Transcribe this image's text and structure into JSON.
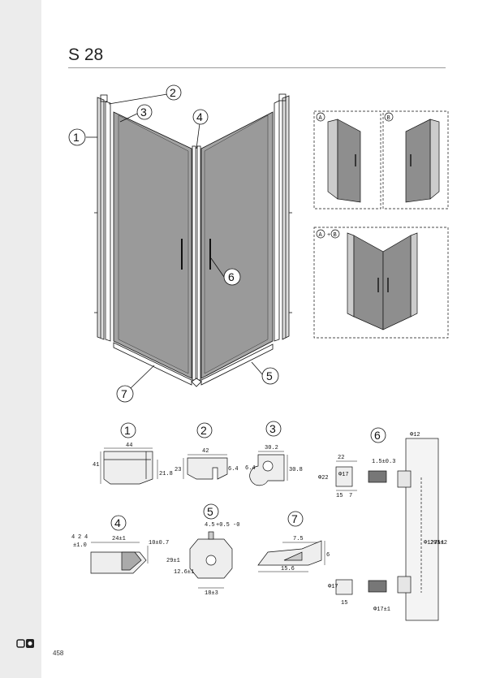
{
  "header": {
    "title": "S 28"
  },
  "footer": {
    "page_number": "458"
  },
  "callouts": [
    "1",
    "2",
    "3",
    "4",
    "5",
    "6",
    "7"
  ],
  "views": {
    "a": "A",
    "b": "B",
    "ab": "A+B"
  },
  "profiles": {
    "p1": {
      "number": "1",
      "width": "44",
      "height": "41",
      "depth": "21.8"
    },
    "p2": {
      "number": "2",
      "width": "42",
      "height": "23",
      "gap": "6.4"
    },
    "p3": {
      "number": "3",
      "width": "30.2",
      "height": "30.8",
      "inner": "6.4"
    },
    "p4": {
      "number": "4",
      "width": "24±1",
      "height": "10±0.7",
      "a": "4",
      "b": "2",
      "c": "4",
      "tol": "±1.0"
    },
    "p5": {
      "number": "5",
      "top": "4.5",
      "top_tol": "+0.5 -0",
      "h1": "29±1",
      "h2": "12.6±1",
      "width": "18±3"
    },
    "p6": {
      "number": "6",
      "d_top": "Φ12",
      "w1": "22",
      "d1": "Φ17",
      "d2": "Φ22",
      "s1": "15",
      "s2": "7",
      "gap": "1.5±0.3",
      "h1": "Φ127±1",
      "h2": "205±2",
      "d3": "Φ17",
      "s3": "15",
      "d4": "Φ17±1"
    },
    "p7": {
      "number": "7",
      "top": "7.5",
      "height": "6",
      "width": "15.6"
    }
  }
}
